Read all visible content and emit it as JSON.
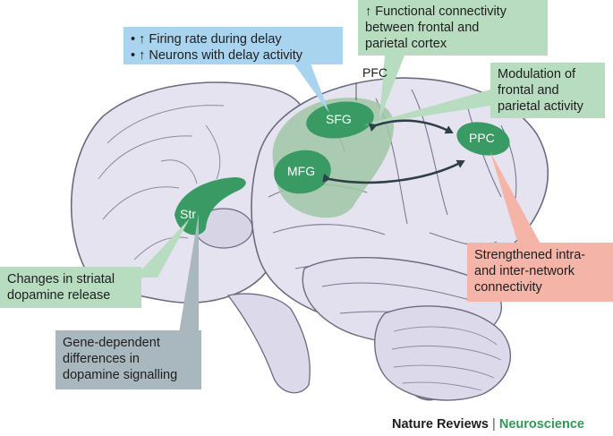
{
  "boxes": {
    "firing": {
      "lines": [
        "• ↑ Firing rate during delay",
        "• ↑ Neurons with delay activity"
      ],
      "color": "#a9d4ef"
    },
    "functional": {
      "lines": [
        "↑ Functional connectivity",
        "between frontal and",
        "parietal cortex"
      ],
      "color": "#b7dcc0"
    },
    "modulation": {
      "lines": [
        "Modulation of",
        "frontal and",
        "parietal activity"
      ],
      "color": "#b7dcc0"
    },
    "striatal": {
      "lines": [
        "Changes in striatal",
        "dopamine release"
      ],
      "color": "#b7dcc0"
    },
    "gene": {
      "lines": [
        "Gene-dependent",
        "differences in",
        "dopamine signalling"
      ],
      "color": "#a9b8bf"
    },
    "network": {
      "lines": [
        "Strengthened intra-",
        "and inter-network",
        "connectivity"
      ],
      "color": "#f5b4a8"
    }
  },
  "regions": {
    "pfc": "PFC",
    "sfg": "SFG",
    "mfg": "MFG",
    "ppc": "PPC",
    "str": "Str"
  },
  "region_colors": {
    "pfc_zone": "#9fc7a6",
    "region_fill": "#3a9a63",
    "brain_fill": "#e6e3f1",
    "brain_outline": "#6d6b80",
    "arrow": "#2e3f48"
  },
  "footer": {
    "journal": "Nature Reviews",
    "separator": "|",
    "subject": "Neuroscience"
  }
}
